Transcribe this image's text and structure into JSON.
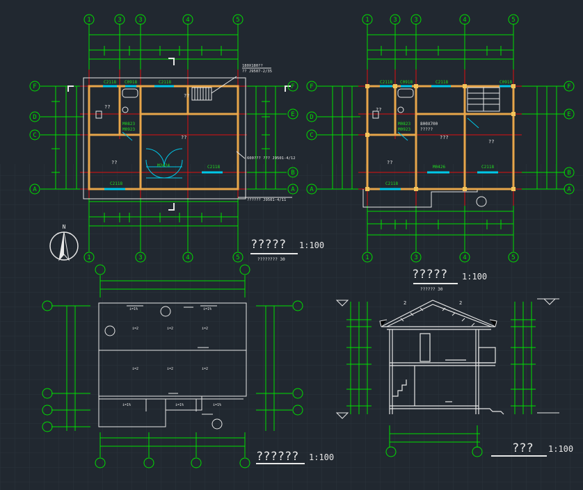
{
  "colors": {
    "background": "#212830",
    "grid": "#2b333c",
    "axis": "#00e000",
    "wall": "#e8a64a",
    "wall_fill": "#f2c35a",
    "line_red": "#e01010",
    "line_white": "#e8e8e8",
    "label_green": "#22dd22",
    "window": "#00c8e8"
  },
  "plan1": {
    "axis_top": [
      "1",
      "3",
      "3",
      "4",
      "5"
    ],
    "axis_bottom": [
      "1",
      "3",
      "4",
      "5"
    ],
    "axis_left": [
      "F",
      "D",
      "C",
      "A"
    ],
    "axis_right": [
      "F",
      "E",
      "B",
      "A"
    ],
    "windows": [
      "C2118",
      "C0918",
      "C2118",
      "C2118",
      "C2118"
    ],
    "door_labels": [
      "M0823",
      "M0923"
    ],
    "door_main": "M2424",
    "rooms": [
      "??",
      "??",
      "??",
      "??"
    ],
    "annotations": [
      "180X180??",
      "?? J9507-2/35",
      "600??? ???  J9501-4/12",
      "?????? J9501-4/11"
    ],
    "title": "?????",
    "scale": "1:100",
    "subtitle": "????????  30"
  },
  "plan2": {
    "axis_top": [
      "1",
      "3",
      "3",
      "4",
      "5"
    ],
    "axis_bottom": [
      "1",
      "3",
      "4",
      "5"
    ],
    "axis_left": [
      "F",
      "D",
      "C",
      "A"
    ],
    "axis_right": [
      "F",
      "E",
      "B",
      "A"
    ],
    "windows": [
      "C2118",
      "C0918",
      "C2118",
      "C0918",
      "C2118",
      "C2118"
    ],
    "door_labels": [
      "M0823",
      "M0923",
      "M0426"
    ],
    "opening": "800X700",
    "opening_sub": "?????",
    "rooms": [
      "??",
      "???",
      "??",
      "??"
    ],
    "title": "?????",
    "scale": "1:100",
    "subtitle": "??????  30"
  },
  "roof": {
    "slopes": [
      "i=1%",
      "i=1%",
      "i=2",
      "i=2",
      "i=2",
      "i=2",
      "i=2",
      "i=2",
      "i=1%",
      "i=1%",
      "i=1%"
    ],
    "title": "??????",
    "scale": "1:100"
  },
  "section": {
    "title": "???",
    "scale": "1:100",
    "marks": [
      "2",
      "2"
    ]
  },
  "north": "N"
}
